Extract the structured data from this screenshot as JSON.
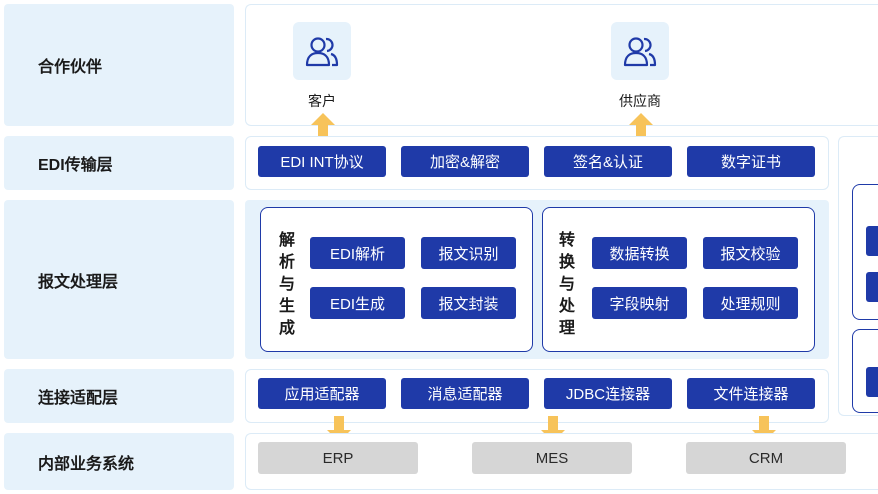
{
  "layers": {
    "partner": "合作伙伴",
    "edi": "EDI传输层",
    "message": "报文处理层",
    "adapter": "连接适配层",
    "internal": "内部业务系统"
  },
  "partners": {
    "customer": "客户",
    "supplier": "供应商"
  },
  "edi_buttons": [
    "EDI INT协议",
    "加密&解密",
    "签名&认证",
    "数字证书"
  ],
  "parse_group": {
    "title_chars": [
      "解",
      "析",
      "与",
      "生",
      "成"
    ],
    "buttons": [
      "EDI解析",
      "报文识别",
      "EDI生成",
      "报文封装"
    ]
  },
  "transform_group": {
    "title_chars": [
      "转",
      "换",
      "与",
      "处",
      "理"
    ],
    "buttons": [
      "数据转换",
      "报文校验",
      "字段映射",
      "处理规则"
    ]
  },
  "adapter_buttons": [
    "应用适配器",
    "消息适配器",
    "JDBC连接器",
    "文件连接器"
  ],
  "systems": [
    "ERP",
    "MES",
    "CRM"
  ],
  "colors": {
    "accent": "#1f3aa8",
    "tint": "#e6f2fb",
    "arrow": "#f7c35a",
    "system_gray": "#d6d6d6"
  },
  "icons": {
    "customer": "users-icon",
    "supplier": "users-icon",
    "arrow": "arrow-icon"
  }
}
